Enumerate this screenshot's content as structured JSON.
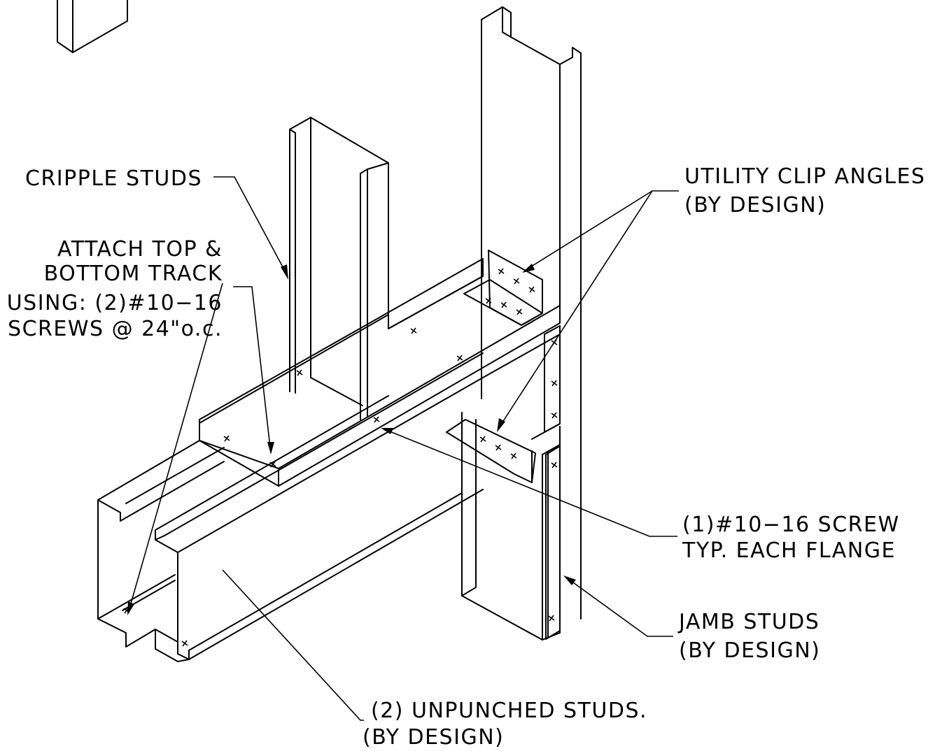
{
  "labels": {
    "cripple_studs": "CRIPPLE STUDS",
    "attach_line1": "ATTACH TOP &",
    "attach_line2": "BOTTOM TRACK",
    "attach_line3": "USING: (2)#10−16",
    "attach_line4": "SCREWS @ 24\"o.c.",
    "utility_line1": "UTILITY CLIP ANGLES",
    "utility_line2": "(BY DESIGN)",
    "screw_line1": "(1)#10−16 SCREW",
    "screw_line2": "TYP. EACH FLANGE",
    "jamb_line1": "JAMB STUDS",
    "jamb_line2": "(BY DESIGN)",
    "unpunched_line1": "(2) UNPUNCHED STUDS.",
    "unpunched_line2": "(BY DESIGN)"
  }
}
